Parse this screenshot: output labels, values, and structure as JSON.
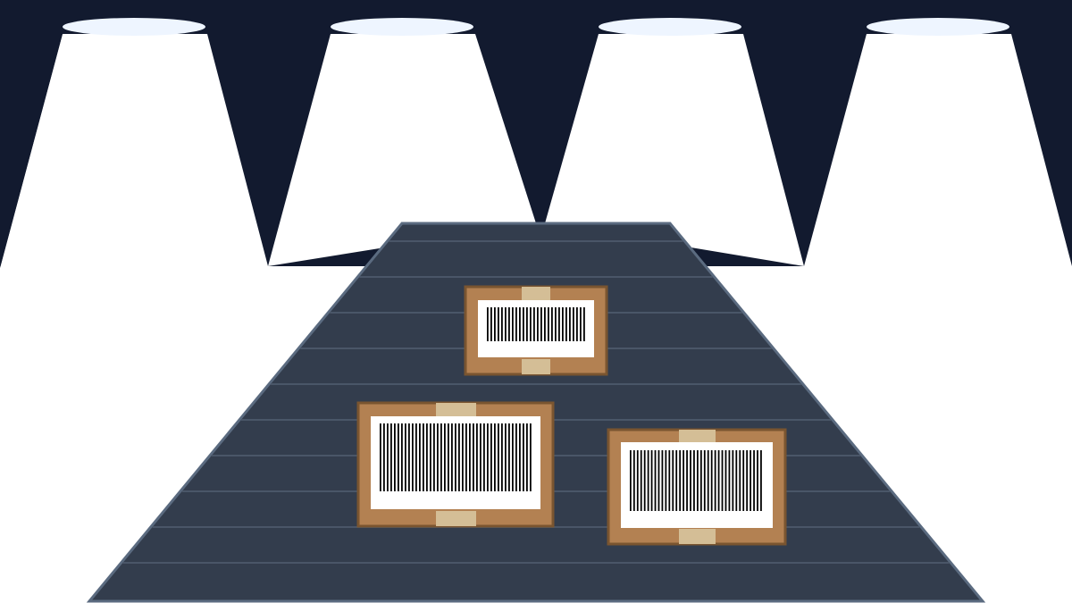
{
  "scene": {
    "description_none": "",
    "colors": {
      "ceiling": "#121a2f",
      "light_beam": "#ffffff",
      "lamp": "#eef5ff",
      "floor": "#ffffff",
      "conveyor_belt": "#333d4d",
      "conveyor_edge": "#5b6b80",
      "belt_slat_line": "#4a5668",
      "box_cardboard": "#b38152",
      "box_outline": "#7a5530",
      "packing_tape": "#d4be96",
      "label_paper": "#ffffff",
      "barcode_ink": "#000000"
    },
    "elements": {
      "ceiling_lamps": 4,
      "conveyor_slats": 10,
      "packages": 3
    }
  }
}
